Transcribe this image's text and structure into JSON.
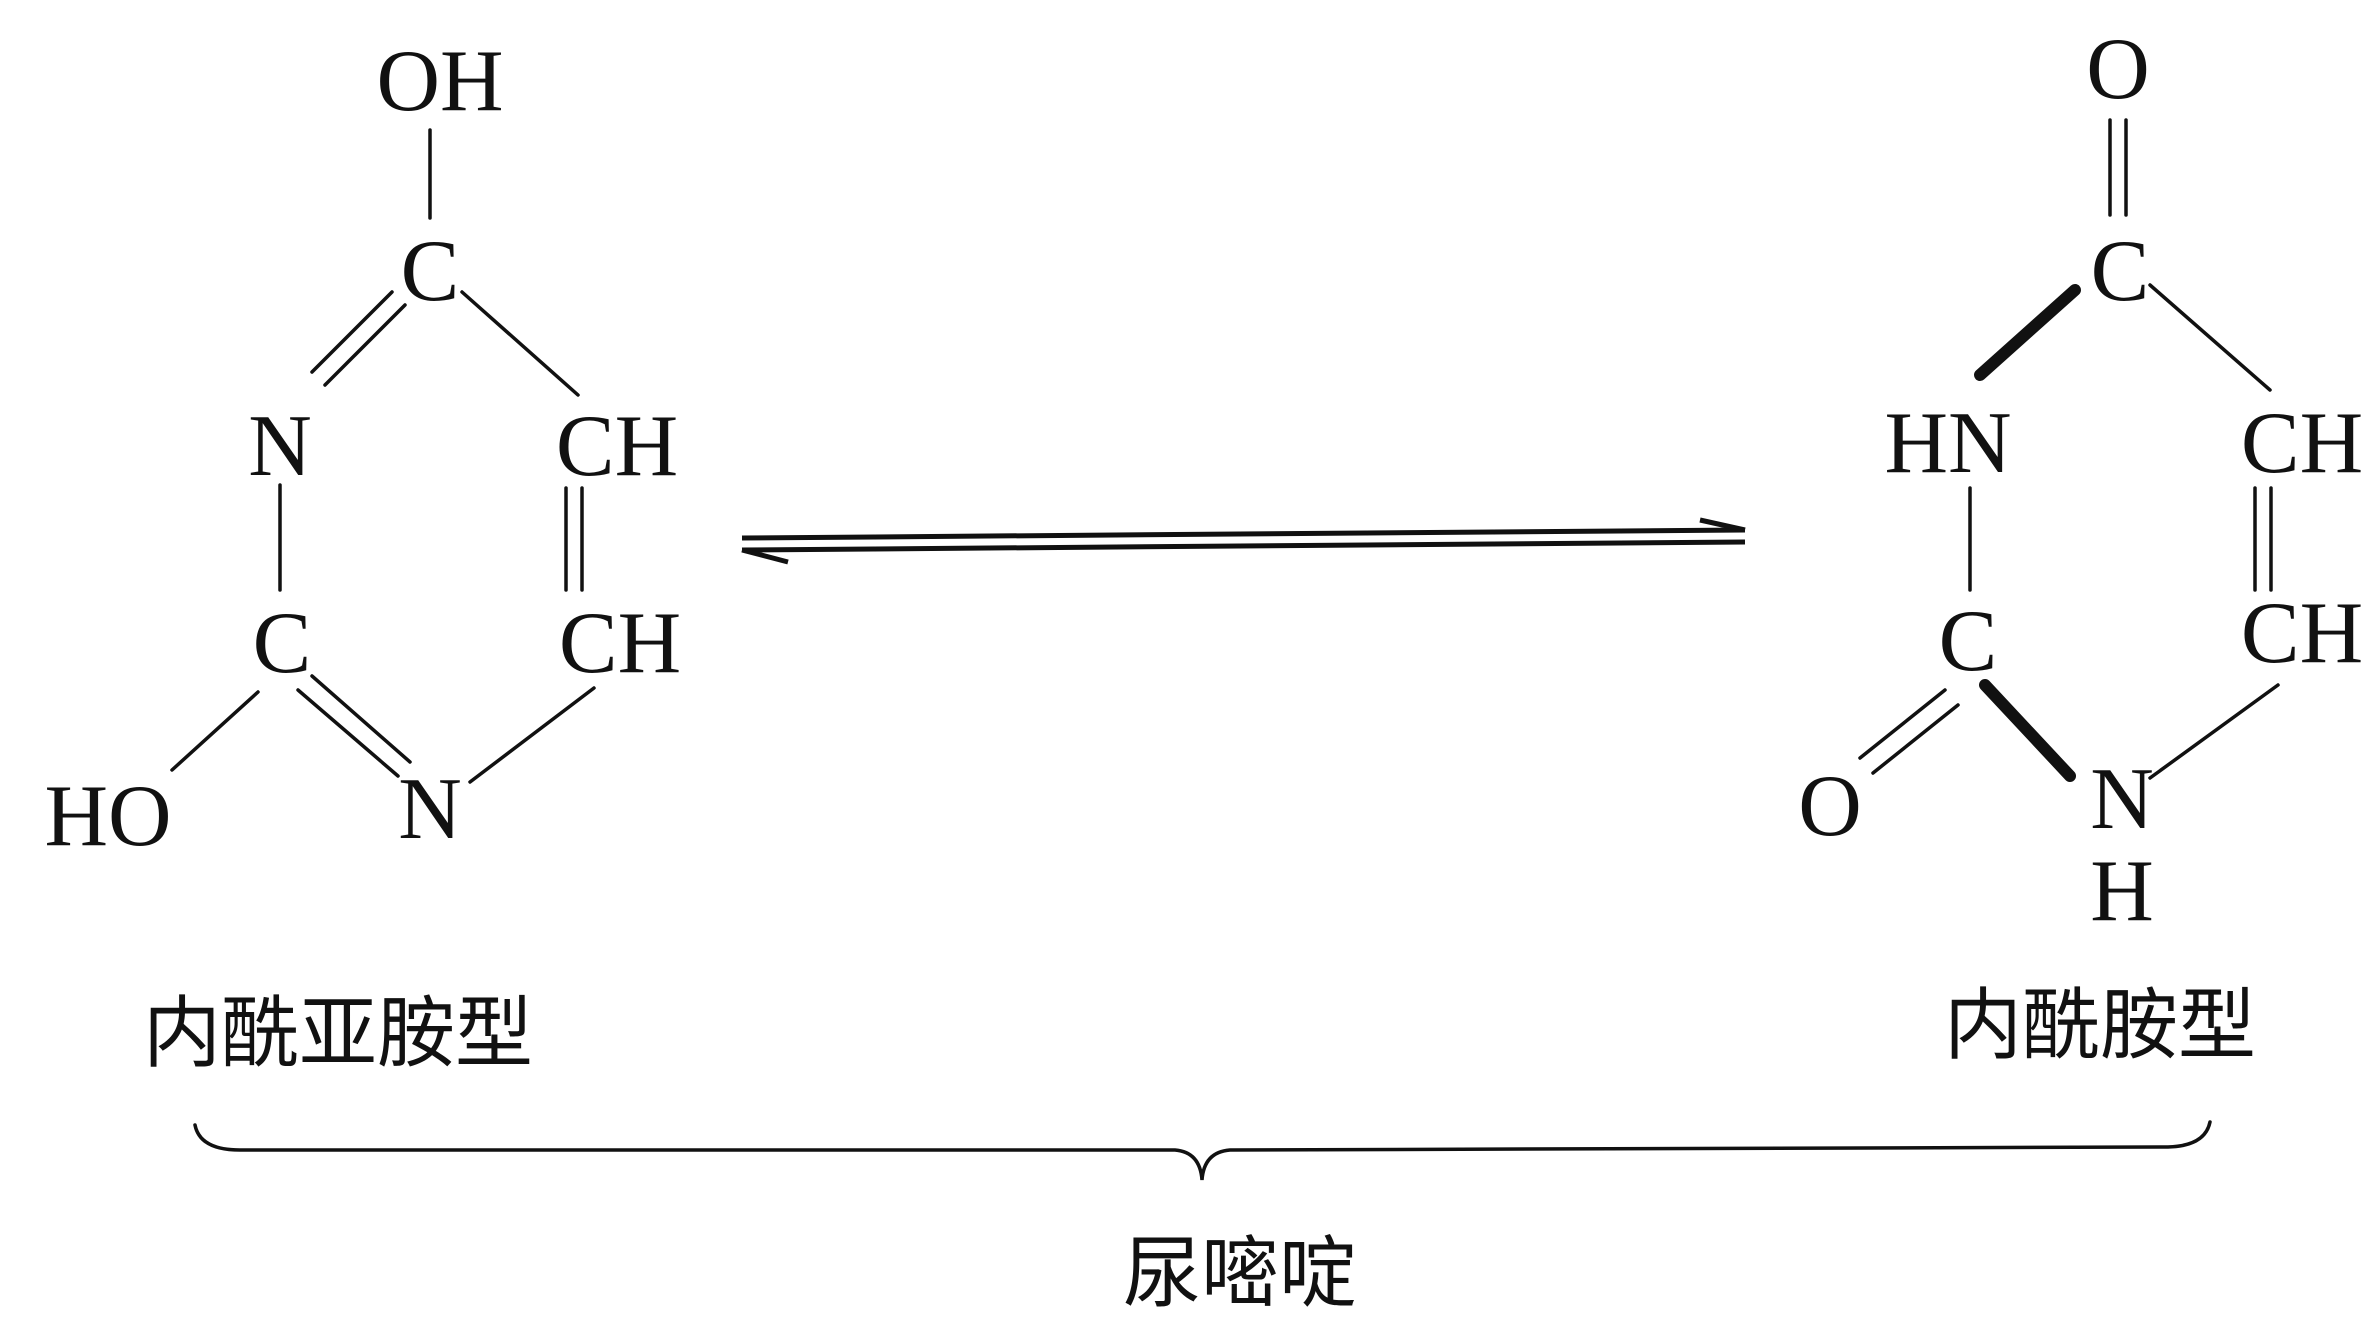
{
  "diagram": {
    "left_molecule": {
      "atoms": {
        "top_substituent": "OH",
        "c_top": "C",
        "n_left": "N",
        "ch_right_top": "CH",
        "c_bottom": "C",
        "ch_right_bottom": "CH",
        "bottom_substituent": "HO",
        "n_bottom": "N"
      },
      "label": "内酰亚胺型"
    },
    "right_molecule": {
      "atoms": {
        "top_substituent": "O",
        "c_top": "C",
        "n_left": "HN",
        "ch_right_top": "CH",
        "c_bottom": "C",
        "ch_right_bottom": "CH",
        "bottom_substituent": "O",
        "n_bottom": "N",
        "n_bottom_h": "H"
      },
      "label": "内酰胺型"
    },
    "group_label": "尿嘧啶"
  }
}
